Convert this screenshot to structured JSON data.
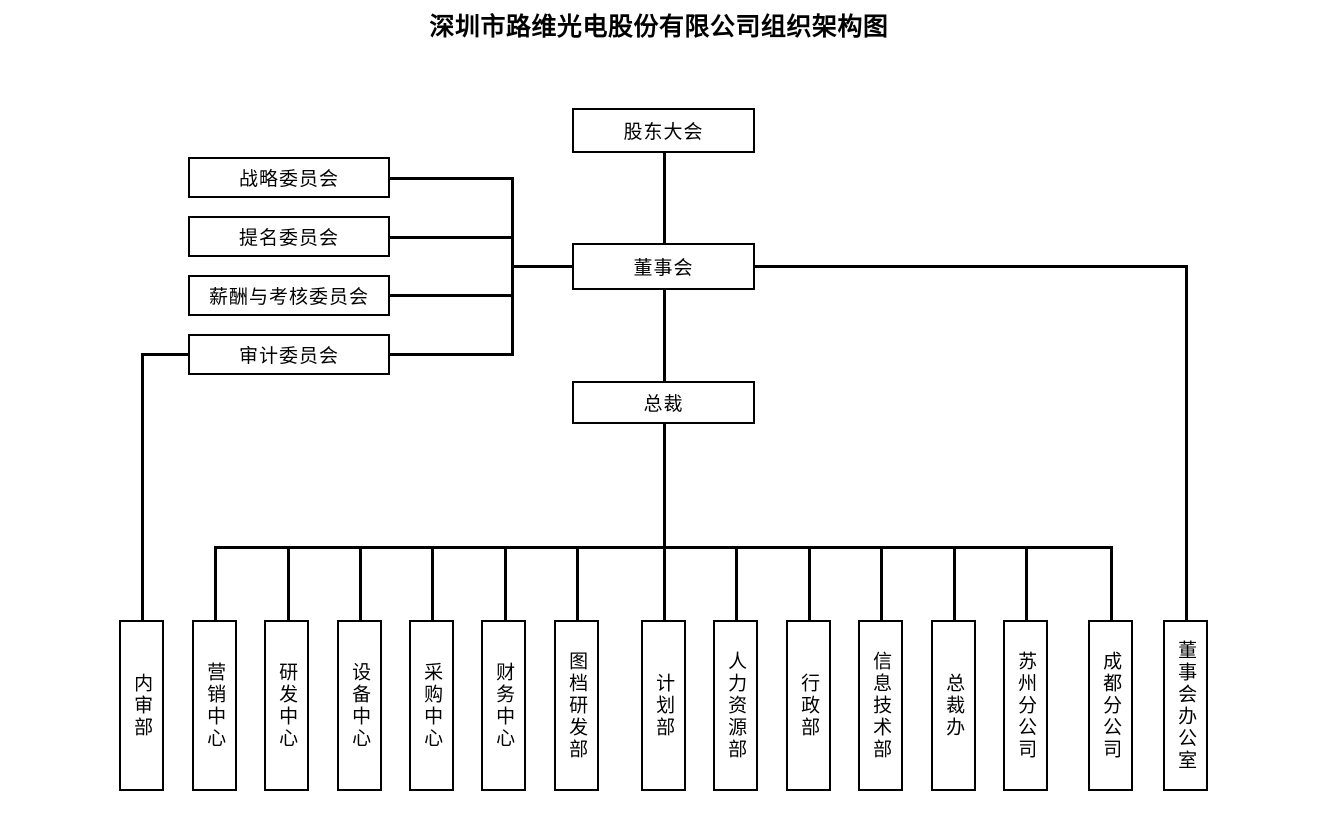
{
  "page": {
    "title": "深圳市路维光电股份有限公司组织架构图",
    "background_color": "#ffffff",
    "line_color": "#000000",
    "box_fill": "#ffffff"
  },
  "chart_data": {
    "type": "diagram",
    "diagram_type": "organization-chart",
    "title": "深圳市路维光电股份有限公司组织架构图",
    "orientation": "top-down",
    "nodes": [
      {
        "id": "shareholders",
        "label": "股东大会",
        "level": 0
      },
      {
        "id": "board",
        "label": "董事会",
        "level": 1
      },
      {
        "id": "strategy-committee",
        "label": "战略委员会",
        "level": 1,
        "side": "left"
      },
      {
        "id": "nomination-committee",
        "label": "提名委员会",
        "level": 1,
        "side": "left"
      },
      {
        "id": "remuneration-committee",
        "label": "薪酬与考核委员会",
        "level": 1,
        "side": "left"
      },
      {
        "id": "audit-committee",
        "label": "审计委员会",
        "level": 1,
        "side": "left"
      },
      {
        "id": "president",
        "label": "总裁",
        "level": 2
      },
      {
        "id": "internal-audit-dept",
        "label": "内审部",
        "level": 3
      },
      {
        "id": "marketing-center",
        "label": "营销中心",
        "level": 3
      },
      {
        "id": "rd-center",
        "label": "研发中心",
        "level": 3
      },
      {
        "id": "equipment-center",
        "label": "设备中心",
        "level": 3
      },
      {
        "id": "procurement-center",
        "label": "采购中心",
        "level": 3
      },
      {
        "id": "finance-center",
        "label": "财务中心",
        "level": 3
      },
      {
        "id": "drawing-rd-dept",
        "label": "图档研发部",
        "level": 3
      },
      {
        "id": "planning-dept",
        "label": "计划部",
        "level": 3
      },
      {
        "id": "hr-dept",
        "label": "人力资源部",
        "level": 3
      },
      {
        "id": "admin-dept",
        "label": "行政部",
        "level": 3
      },
      {
        "id": "it-dept",
        "label": "信息技术部",
        "level": 3
      },
      {
        "id": "president-office",
        "label": "总裁办",
        "level": 3
      },
      {
        "id": "suzhou-branch",
        "label": "苏州分公司",
        "level": 3
      },
      {
        "id": "chengdu-branch",
        "label": "成都分公司",
        "level": 3
      },
      {
        "id": "board-office",
        "label": "董事会办公室",
        "level": 3
      }
    ],
    "edges": [
      {
        "from": "shareholders",
        "to": "board"
      },
      {
        "from": "board",
        "to": "strategy-committee"
      },
      {
        "from": "board",
        "to": "nomination-committee"
      },
      {
        "from": "board",
        "to": "remuneration-committee"
      },
      {
        "from": "board",
        "to": "audit-committee"
      },
      {
        "from": "board",
        "to": "president"
      },
      {
        "from": "board",
        "to": "board-office"
      },
      {
        "from": "audit-committee",
        "to": "internal-audit-dept"
      },
      {
        "from": "president",
        "to": "marketing-center"
      },
      {
        "from": "president",
        "to": "rd-center"
      },
      {
        "from": "president",
        "to": "equipment-center"
      },
      {
        "from": "president",
        "to": "procurement-center"
      },
      {
        "from": "president",
        "to": "finance-center"
      },
      {
        "from": "president",
        "to": "drawing-rd-dept"
      },
      {
        "from": "president",
        "to": "planning-dept"
      },
      {
        "from": "president",
        "to": "hr-dept"
      },
      {
        "from": "president",
        "to": "admin-dept"
      },
      {
        "from": "president",
        "to": "it-dept"
      },
      {
        "from": "president",
        "to": "president-office"
      },
      {
        "from": "president",
        "to": "suzhou-branch"
      },
      {
        "from": "president",
        "to": "chengdu-branch"
      }
    ]
  },
  "top": {
    "shareholders_label": "股东大会",
    "board_label": "董事会",
    "president_label": "总裁"
  },
  "committees": [
    {
      "label": "战略委员会"
    },
    {
      "label": "提名委员会"
    },
    {
      "label": "薪酬与考核委员会"
    },
    {
      "label": "审计委员会"
    }
  ],
  "departments": [
    {
      "label": "内审部"
    },
    {
      "label": "营销中心"
    },
    {
      "label": "研发中心"
    },
    {
      "label": "设备中心"
    },
    {
      "label": "采购中心"
    },
    {
      "label": "财务中心"
    },
    {
      "label": "图档研发部"
    },
    {
      "label": "计划部"
    },
    {
      "label": "人力资源部"
    },
    {
      "label": "行政部"
    },
    {
      "label": "信息技术部"
    },
    {
      "label": "总裁办"
    },
    {
      "label": "苏州分公司"
    },
    {
      "label": "成都分公司"
    },
    {
      "label": "董事会办公室"
    }
  ]
}
